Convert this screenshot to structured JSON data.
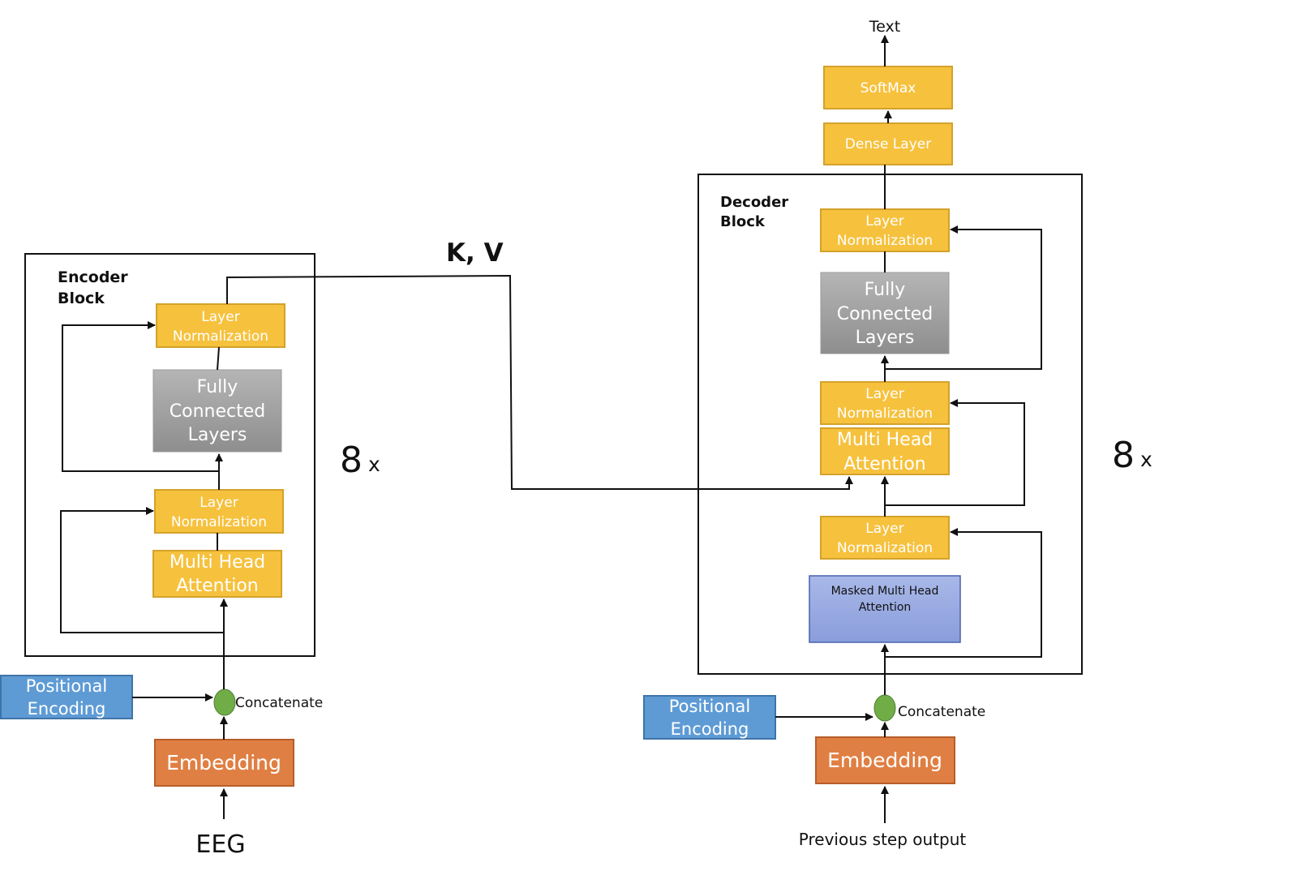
{
  "colors": {
    "yellow": "#F6C13D",
    "yellow_border": "#D4A22A",
    "gray_top": "#B5B5B5",
    "gray_bottom": "#8E8E8E",
    "blue": "#5E9BD5",
    "blue_border": "#3F74A8",
    "orange": "#E07F43",
    "orange_border": "#B75E28",
    "lavender_top": "#A9B8E8",
    "lavender_bottom": "#8A9DDC",
    "green": "#70AD47",
    "line": "#111111"
  },
  "encoder": {
    "block_label_1": "Encoder",
    "block_label_2": "Block",
    "layer_norm_top_1": "Layer",
    "layer_norm_top_2": "Normalization",
    "fc_1": "Fully",
    "fc_2": "Connected",
    "fc_3": "Layers",
    "layer_norm_bottom_1": "Layer",
    "layer_norm_bottom_2": "Normalization",
    "mha_1": "Multi Head",
    "mha_2": "Attention",
    "repeat_num": "8",
    "repeat_x": "x",
    "pos_enc_1": "Positional",
    "pos_enc_2": "Encoding",
    "concat": "Concatenate",
    "embedding": "Embedding",
    "input": "EEG"
  },
  "kv_label": "K, V",
  "decoder": {
    "output": "Text",
    "softmax": "SoftMax",
    "dense": "Dense Layer",
    "block_label_1": "Decoder",
    "block_label_2": "Block",
    "layer_norm_top_1": "Layer",
    "layer_norm_top_2": "Normalization",
    "fc_1": "Fully",
    "fc_2": "Connected",
    "fc_3": "Layers",
    "layer_norm_mid_1": "Layer",
    "layer_norm_mid_2": "Normalization",
    "mha_1": "Multi Head",
    "mha_2": "Attention",
    "layer_norm_bottom_1": "Layer",
    "layer_norm_bottom_2": "Normalization",
    "masked_mha_1": "Masked Multi Head",
    "masked_mha_2": "Attention",
    "repeat_num": "8",
    "repeat_x": "x",
    "pos_enc_1": "Positional",
    "pos_enc_2": "Encoding",
    "concat": "Concatenate",
    "embedding": "Embedding",
    "input": "Previous step output"
  }
}
